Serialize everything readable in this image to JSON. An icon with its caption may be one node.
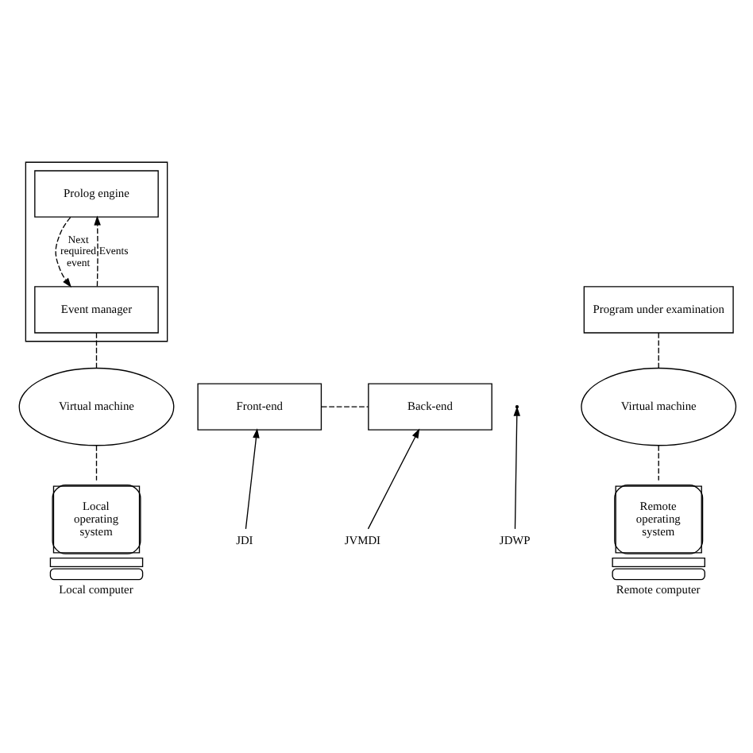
{
  "diagram": {
    "nodes": [
      {
        "text": [],
        "shape": "box"
      },
      {
        "text": [
          "Prolog engine"
        ],
        "in": 0
      },
      {
        "text": [
          "Event manager"
        ],
        "in": 0
      },
      {
        "text": [
          "Virtual machine"
        ]
      },
      {
        "text": [
          "Front-end"
        ]
      },
      {
        "text": [
          "Local operating system"
        ],
        "beside": [
          "Local computer"
        ]
      },
      {
        "text": [
          "Program under examination"
        ]
      },
      {
        "text": [
          "Virtual machine"
        ]
      },
      {
        "text": [
          "Back-end"
        ]
      },
      {
        "text": [
          "Remote operating system"
        ],
        "beside": [
          "Remote computer"
        ]
      },
      {
        "text": [
          "JDI"
        ]
      },
      {
        "text": [
          "JDWP"
        ]
      },
      {
        "text": [
          "JVMDI"
        ]
      }
    ],
    "edges": [
      {
        "from": 1,
        "to": 2,
        "arrow": "to",
        "style": "dashed",
        "label": "Next required event"
      },
      {
        "from": 2,
        "to": 1,
        "arrow": "to",
        "style": "dashed",
        "label": "Events"
      },
      {
        "from": 2,
        "to": 3,
        "arrow": "none",
        "style": "dashed"
      },
      {
        "from": 3,
        "to": 5,
        "arrow": "none",
        "style": "dashed"
      },
      {
        "from": 4,
        "to": 8,
        "arrow": "none",
        "style": "dashed"
      },
      {
        "from": 6,
        "to": 7,
        "arrow": "none",
        "style": "dashed"
      },
      {
        "from": 7,
        "to": 9,
        "arrow": "none",
        "style": "dashed"
      },
      {
        "from": 10,
        "to": 4,
        "arrow": "to"
      },
      {
        "from": 11,
        "to": null,
        "arrow": "to"
      },
      {
        "from": 12,
        "to": 8,
        "arrow": "to"
      }
    ]
  }
}
